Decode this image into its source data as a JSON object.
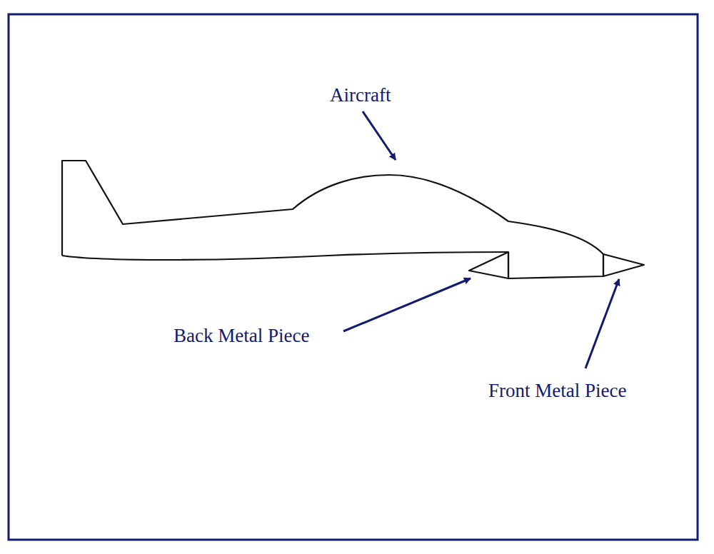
{
  "diagram": {
    "labels": [
      "Aircraft",
      "Back Metal Piece",
      "Front Metal Piece"
    ]
  }
}
